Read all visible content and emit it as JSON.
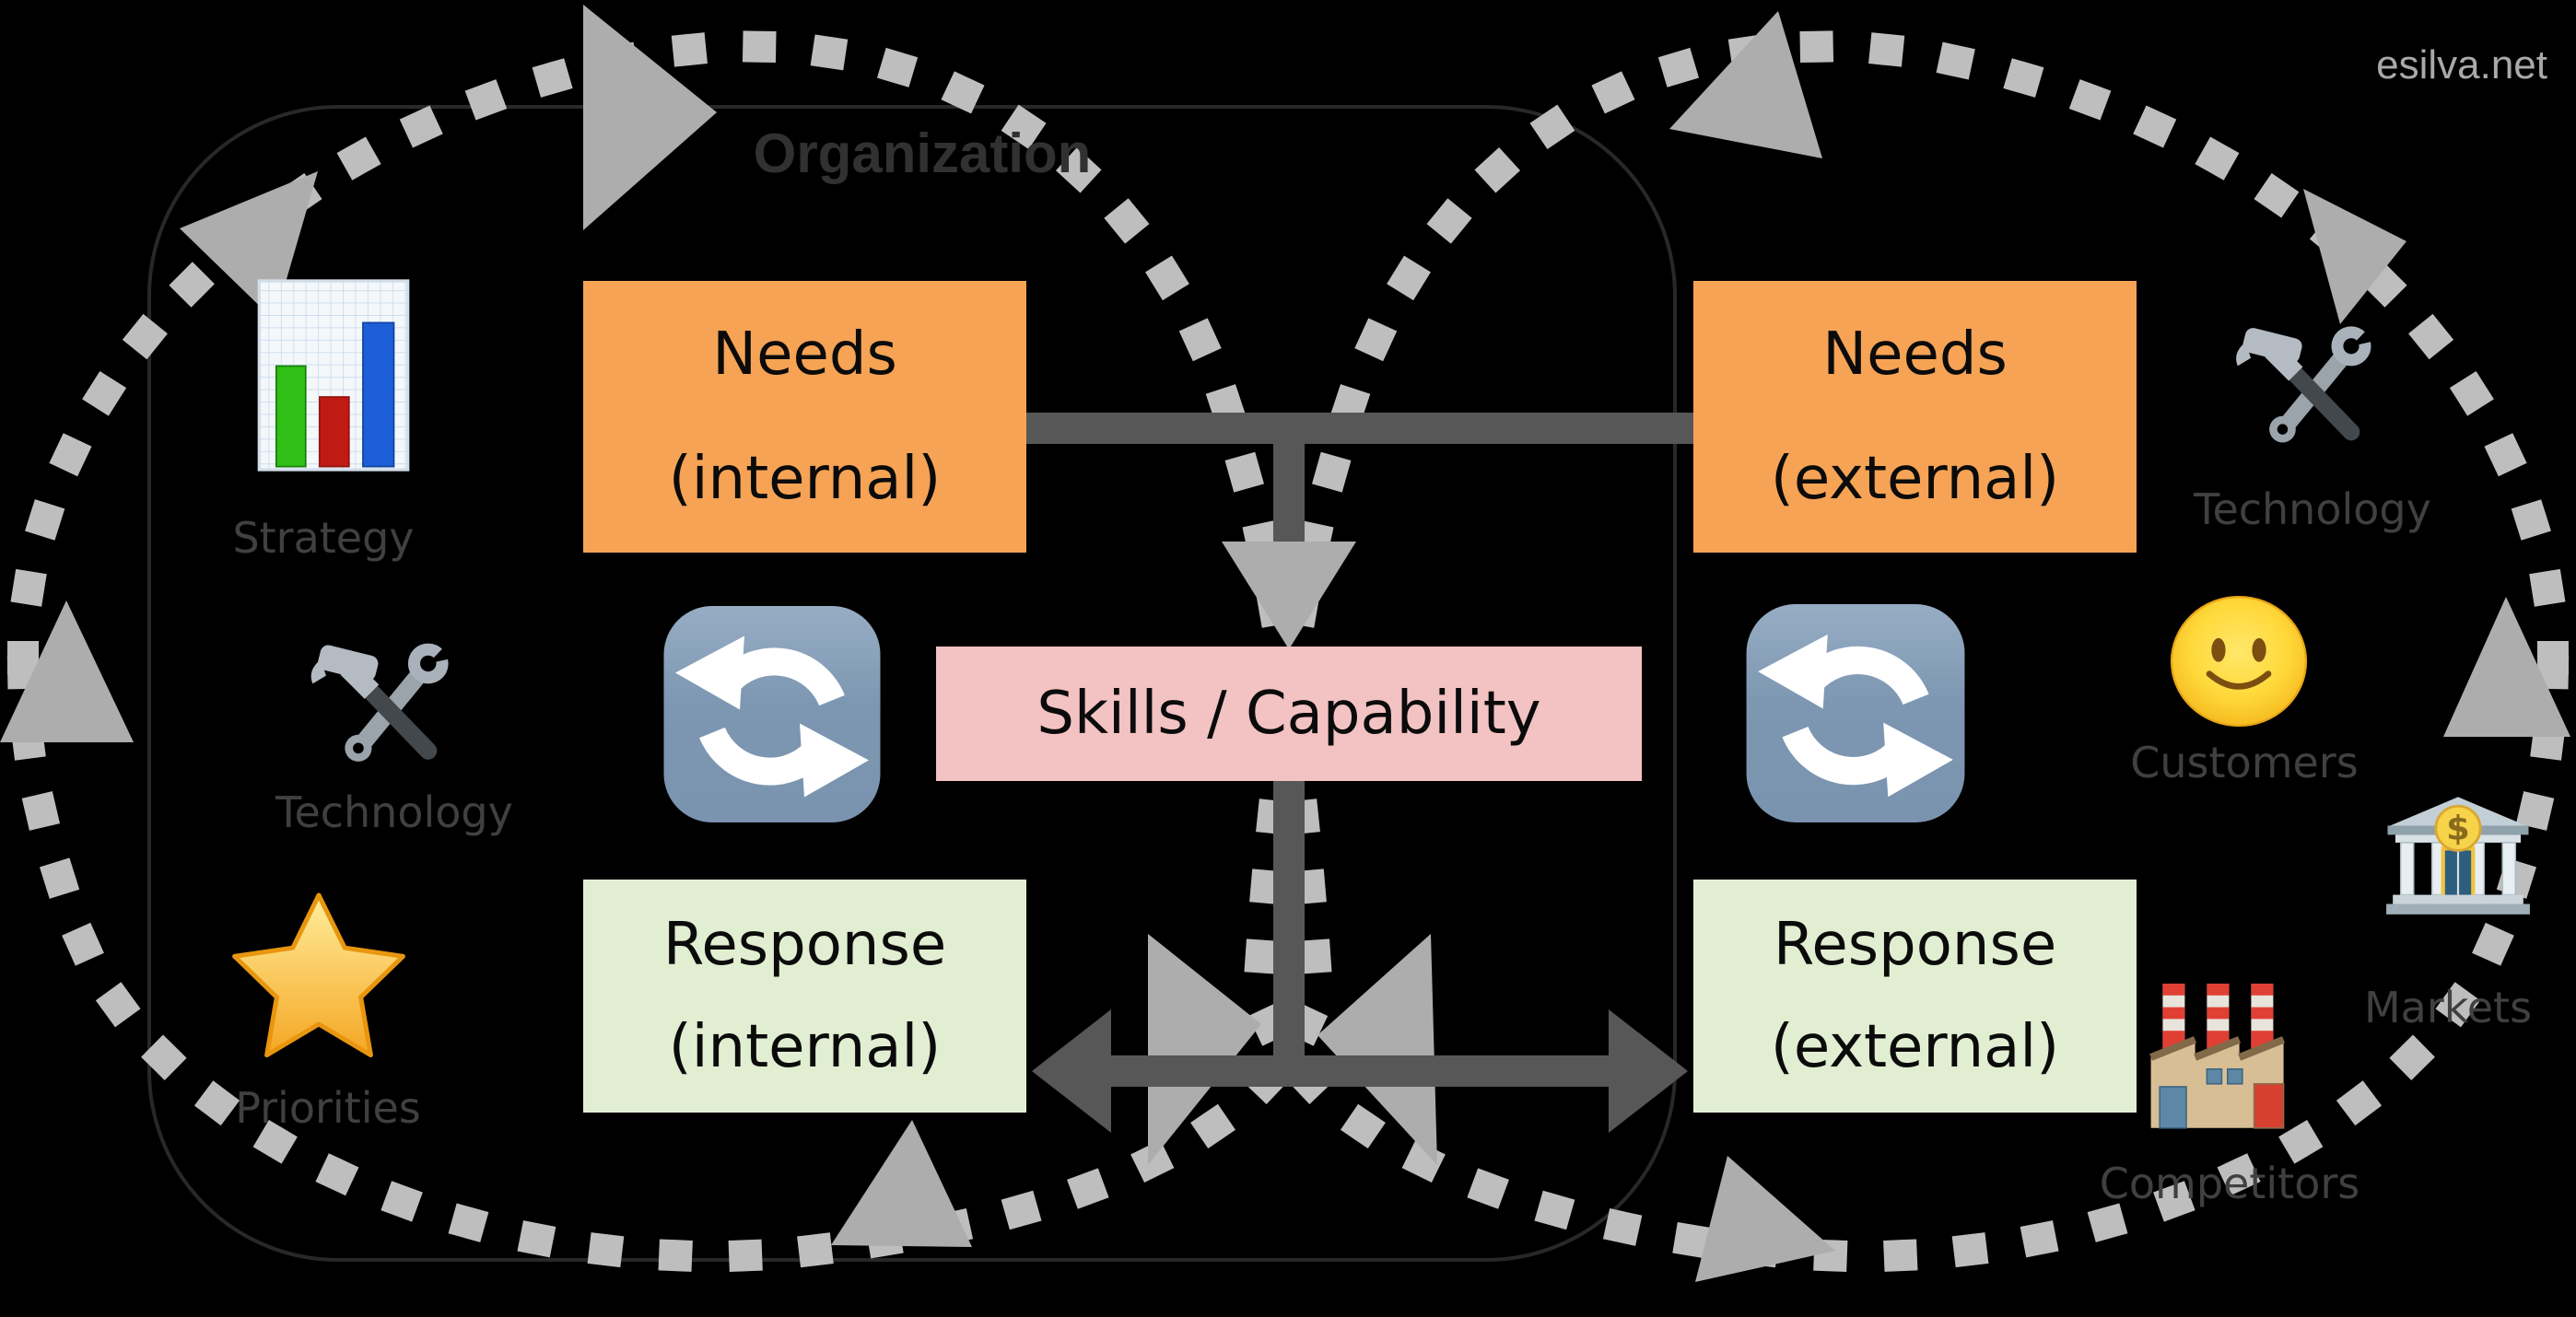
{
  "watermark": {
    "text": "esilva.net"
  },
  "organization": {
    "label": "Organization"
  },
  "boxes": {
    "needs_internal": {
      "line1": "Needs",
      "line2": "(internal)"
    },
    "needs_external": {
      "line1": "Needs",
      "line2": "(external)"
    },
    "skills": {
      "label": "Skills / Capability"
    },
    "response_internal": {
      "line1": "Response",
      "line2": "(internal)"
    },
    "response_external": {
      "line1": "Response",
      "line2": "(external)"
    }
  },
  "internal_factors": [
    {
      "label": "Strategy",
      "icon": "bar-chart-icon"
    },
    {
      "label": "Technology",
      "icon": "hammer-wrench-icon"
    },
    {
      "label": "Priorities",
      "icon": "star-icon"
    }
  ],
  "external_factors": [
    {
      "label": "Technology",
      "icon": "hammer-wrench-icon"
    },
    {
      "label": "Customers",
      "icon": "smiley-face-icon"
    },
    {
      "label": "Markets",
      "icon": "bank-icon"
    },
    {
      "label": "Competitors",
      "icon": "factory-icon"
    }
  ],
  "cycle_icons": {
    "left": "refresh-arrows-icon",
    "right": "refresh-arrows-icon"
  },
  "colors": {
    "background": "#000000",
    "needs_fill": "#F6A355",
    "response_fill": "#E1EED2",
    "skills_fill": "#F2C3C2",
    "connector": "#575757",
    "dashed_loop": "#BEBEBE",
    "arrowhead": "#ADADAD",
    "organization_border": "#282828",
    "organization_text": "#313131",
    "label_text": "#404040",
    "watermark_text": "#A9A9A9"
  }
}
